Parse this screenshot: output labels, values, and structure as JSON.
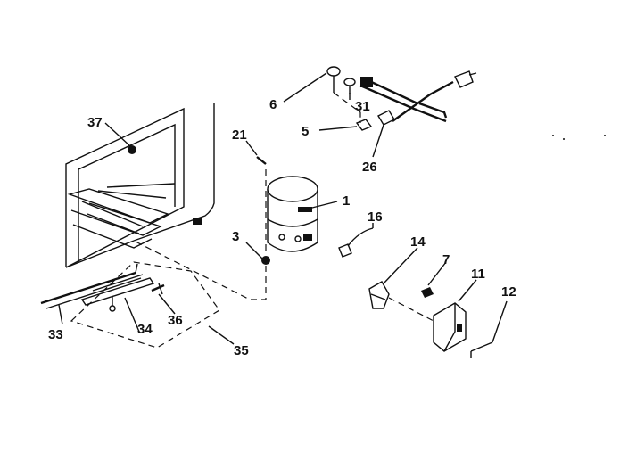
{
  "diagram": {
    "callouts": [
      {
        "id": "6",
        "text": "6"
      },
      {
        "id": "31",
        "text": "31"
      },
      {
        "id": "5",
        "text": "5"
      },
      {
        "id": "26",
        "text": "26"
      },
      {
        "id": "37",
        "text": "37"
      },
      {
        "id": "21",
        "text": "21"
      },
      {
        "id": "1",
        "text": "1"
      },
      {
        "id": "16",
        "text": "16"
      },
      {
        "id": "3",
        "text": "3"
      },
      {
        "id": "14",
        "text": "14"
      },
      {
        "id": "7",
        "text": "7"
      },
      {
        "id": "11",
        "text": "11"
      },
      {
        "id": "12",
        "text": "12"
      },
      {
        "id": "33",
        "text": "33"
      },
      {
        "id": "34",
        "text": "34"
      },
      {
        "id": "36",
        "text": "36"
      },
      {
        "id": "35",
        "text": "35"
      }
    ]
  }
}
